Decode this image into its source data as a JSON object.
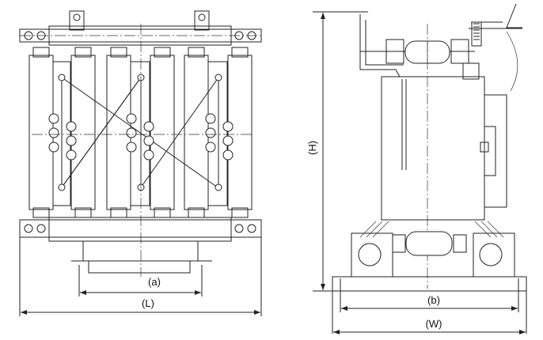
{
  "front_view": {
    "dimension_a": "(a)",
    "dimension_L": "(L)"
  },
  "side_view": {
    "dimension_H": "(H)",
    "dimension_b": "(b)",
    "dimension_W": "(W)"
  }
}
